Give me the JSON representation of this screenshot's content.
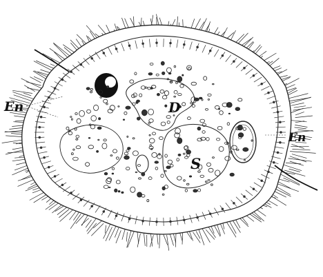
{
  "figure": {
    "labels": {
      "en_left": "En",
      "en_right": "En",
      "d": "D",
      "s": "S"
    },
    "colors": {
      "ink": "#111111",
      "background": "#ffffff"
    }
  }
}
